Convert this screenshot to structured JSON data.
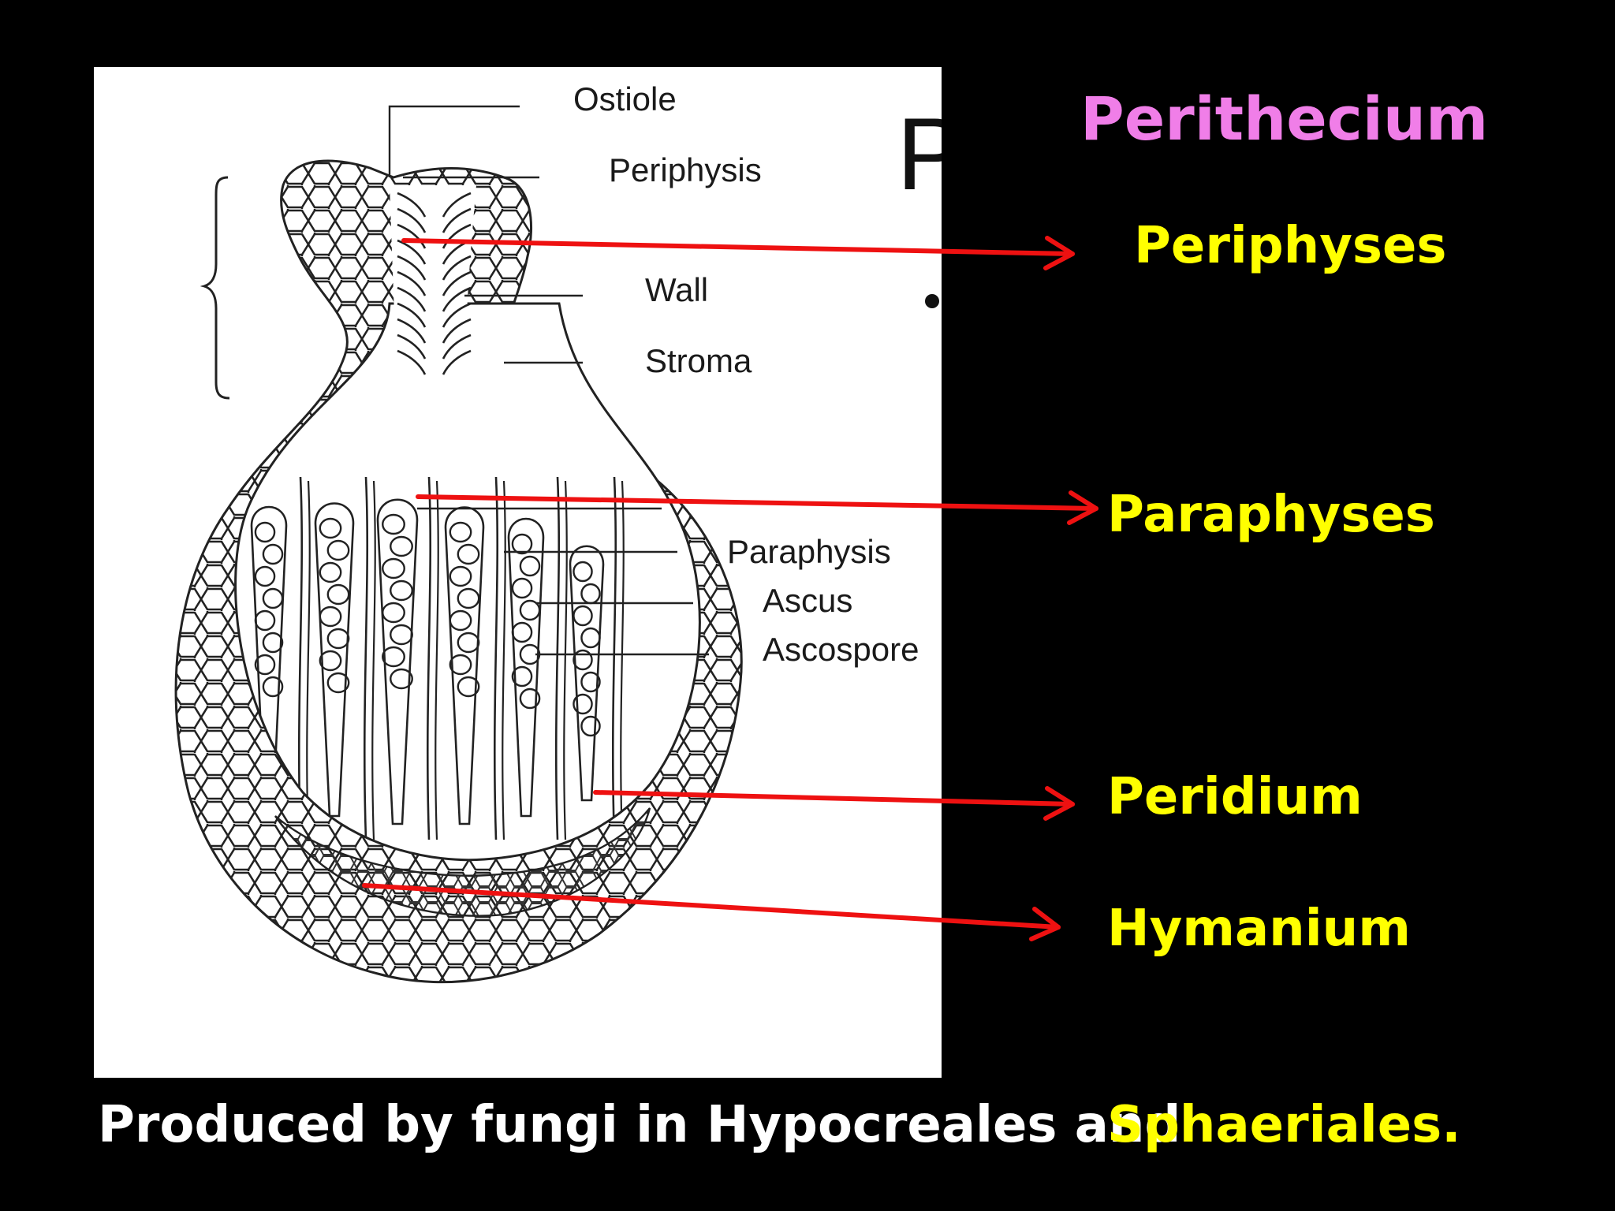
{
  "title": "Perithecium",
  "colors": {
    "title": "#F07EE8",
    "label": "#FFFF00",
    "caption": "#FFFFFF",
    "arrow": "#EE1111",
    "background": "#000000"
  },
  "diagram": {
    "labels": [
      "Ostiole",
      "Periphysis",
      "Wall",
      "Stroma",
      "Paraphysis",
      "Ascus",
      "Ascospore"
    ],
    "cropped_letter": "P"
  },
  "callouts": [
    {
      "label": "Periphyses"
    },
    {
      "label": "Paraphyses"
    },
    {
      "label": "Peridium"
    },
    {
      "label": "Hymanium"
    }
  ],
  "caption": {
    "text": "Produced by fungi in Hypocreales and",
    "highlight": "Sphaeriales."
  }
}
